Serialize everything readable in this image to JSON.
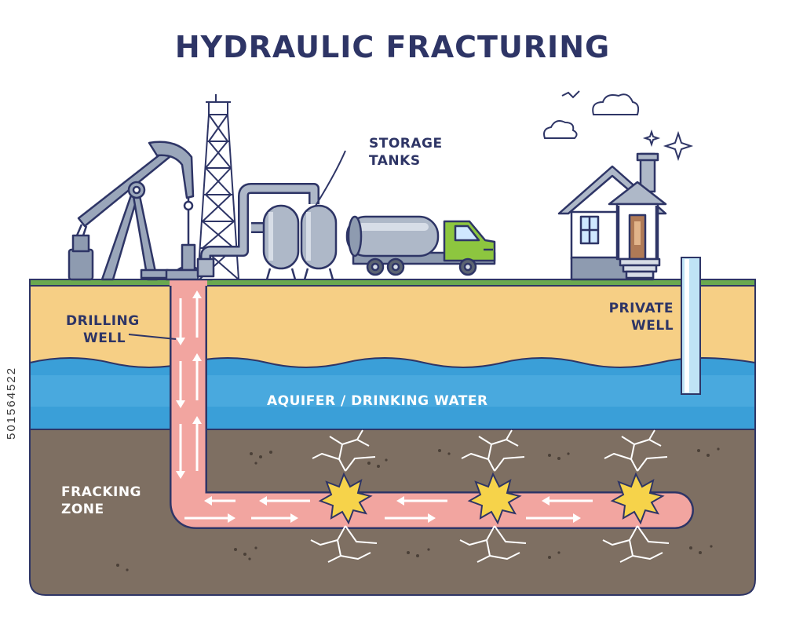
{
  "title": "HYDRAULIC FRACTURING",
  "labels": {
    "storage_tanks": [
      "STORAGE",
      "TANKS"
    ],
    "drilling_well": [
      "DRILLING",
      "WELL"
    ],
    "private_well": [
      "PRIVATE",
      "WELL"
    ],
    "aquifer": "AQUIFER / DRINKING WATER",
    "fracking_zone": [
      "FRACKING",
      "ZONE"
    ]
  },
  "watermark": "501564522",
  "colors": {
    "title": "#2e3566",
    "grass": "#6aa84f",
    "soil": "#f6cf85",
    "water": "#3a9fd8",
    "rock": "#7e6f62",
    "pipe": "#f2a5a0",
    "explosion": "#f6d34a",
    "truck_cab": "#8dc63f"
  },
  "icons": [
    "pumpjack-icon",
    "drilling-derrick-icon",
    "storage-tank-icon",
    "tanker-truck-icon",
    "house-icon",
    "cloud-icon",
    "bird-icon",
    "sparkle-icon",
    "explosion-icon",
    "crack-icon"
  ]
}
